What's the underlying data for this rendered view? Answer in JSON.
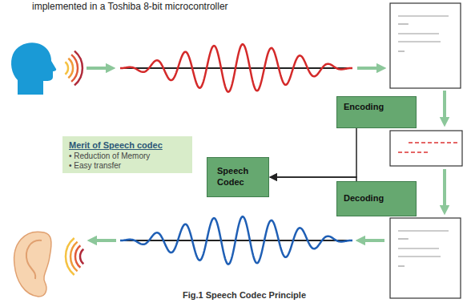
{
  "diagram": {
    "caption": "Fig.1 Speech Codec Principle",
    "nodes": [
      {
        "text": [
          "Encoding"
        ]
      },
      {
        "text": [
          "Merit of Speech codec",
          "• Reduction of Memory",
          "• Easy transfer"
        ]
      },
      {
        "text": [
          "Speech Codec"
        ]
      },
      {
        "text": [
          "Decoding"
        ]
      }
    ],
    "edges": [
      {
        "from": 0,
        "to": 2,
        "arrow": "to"
      },
      {
        "from": 3,
        "to": 2,
        "arrow": "to"
      }
    ],
    "labels": [
      "implemented in a Toshiba 8-bit microcontroller"
    ]
  }
}
